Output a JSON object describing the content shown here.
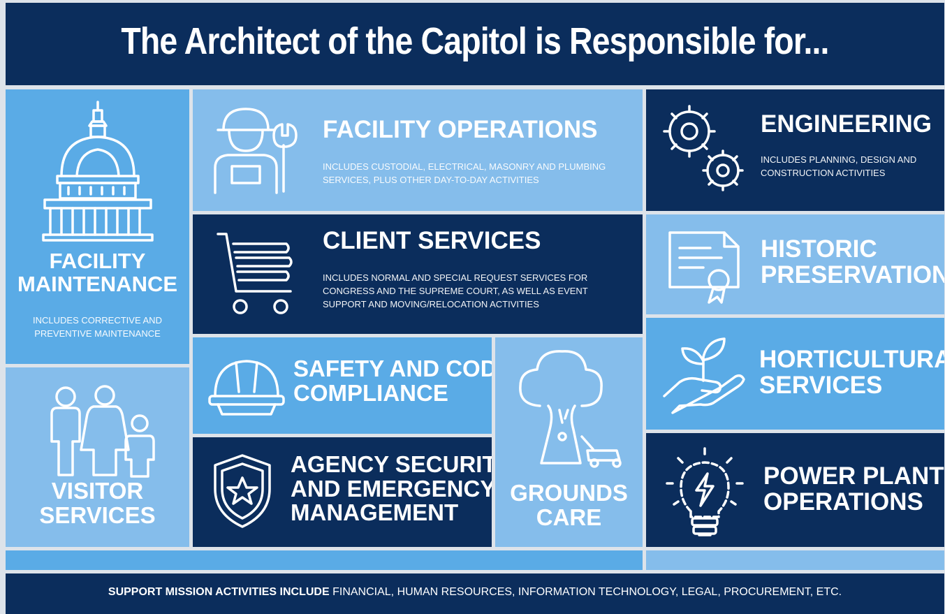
{
  "title": "The Architect of the Capitol is Responsible for...",
  "tiles": {
    "facility_maintenance": {
      "heading_line1": "FACILITY",
      "heading_line2": "MAINTENANCE",
      "desc_line1": "INCLUDES CORRECTIVE AND",
      "desc_line2": "PREVENTIVE MAINTENANCE",
      "icon": "capitol-dome-icon"
    },
    "facility_operations": {
      "heading": "FACILITY OPERATIONS",
      "desc_line1": "INCLUDES CUSTODIAL, ELECTRICAL, MASONRY AND PLUMBING",
      "desc_line2": "SERVICES, PLUS OTHER DAY-TO-DAY ACTIVITIES",
      "icon": "worker-wrench-icon"
    },
    "engineering": {
      "heading": "ENGINEERING",
      "desc_line1": "INCLUDES PLANNING, DESIGN AND",
      "desc_line2": "CONSTRUCTION ACTIVITIES",
      "icon": "gears-icon"
    },
    "client_services": {
      "heading": "CLIENT SERVICES",
      "desc_line1": "INCLUDES NORMAL AND SPECIAL REQUEST SERVICES FOR",
      "desc_line2": "CONGRESS AND THE SUPREME COURT, AS WELL AS EVENT",
      "desc_line3": "SUPPORT AND MOVING/RELOCATION ACTIVITIES",
      "icon": "cart-icon"
    },
    "historic_preservation": {
      "heading_line1": "HISTORIC",
      "heading_line2": "PRESERVATION",
      "icon": "certificate-icon"
    },
    "safety": {
      "heading_line1": "SAFETY AND CODE",
      "heading_line2": "COMPLIANCE",
      "icon": "hard-hat-icon"
    },
    "grounds_care": {
      "heading_line1": "GROUNDS",
      "heading_line2": "CARE",
      "icon": "tree-mower-icon"
    },
    "horticultural": {
      "heading_line1": "HORTICULTURAL",
      "heading_line2": "SERVICES",
      "icon": "hand-sprout-icon"
    },
    "visitor_services": {
      "heading_line1": "VISITOR",
      "heading_line2": "SERVICES",
      "icon": "family-icon"
    },
    "security": {
      "heading_line1": "AGENCY SECURITY",
      "heading_line2": "AND EMERGENCY",
      "heading_line3": "MANAGEMENT",
      "icon": "shield-star-icon"
    },
    "power_plant": {
      "heading_line1": "POWER PLANT",
      "heading_line2": "OPERATIONS",
      "icon": "lightbulb-icon"
    }
  },
  "footer": {
    "bold": "SUPPORT MISSION ACTIVITIES INCLUDE",
    "text": "FINANCIAL, HUMAN RESOURCES, INFORMATION TECHNOLOGY, LEGAL, PROCUREMENT, ETC."
  },
  "colors": {
    "navy": "#0b2d5c",
    "blue": "#5aabe6",
    "light_blue": "#85bdeb",
    "background": "#dde3ea"
  }
}
